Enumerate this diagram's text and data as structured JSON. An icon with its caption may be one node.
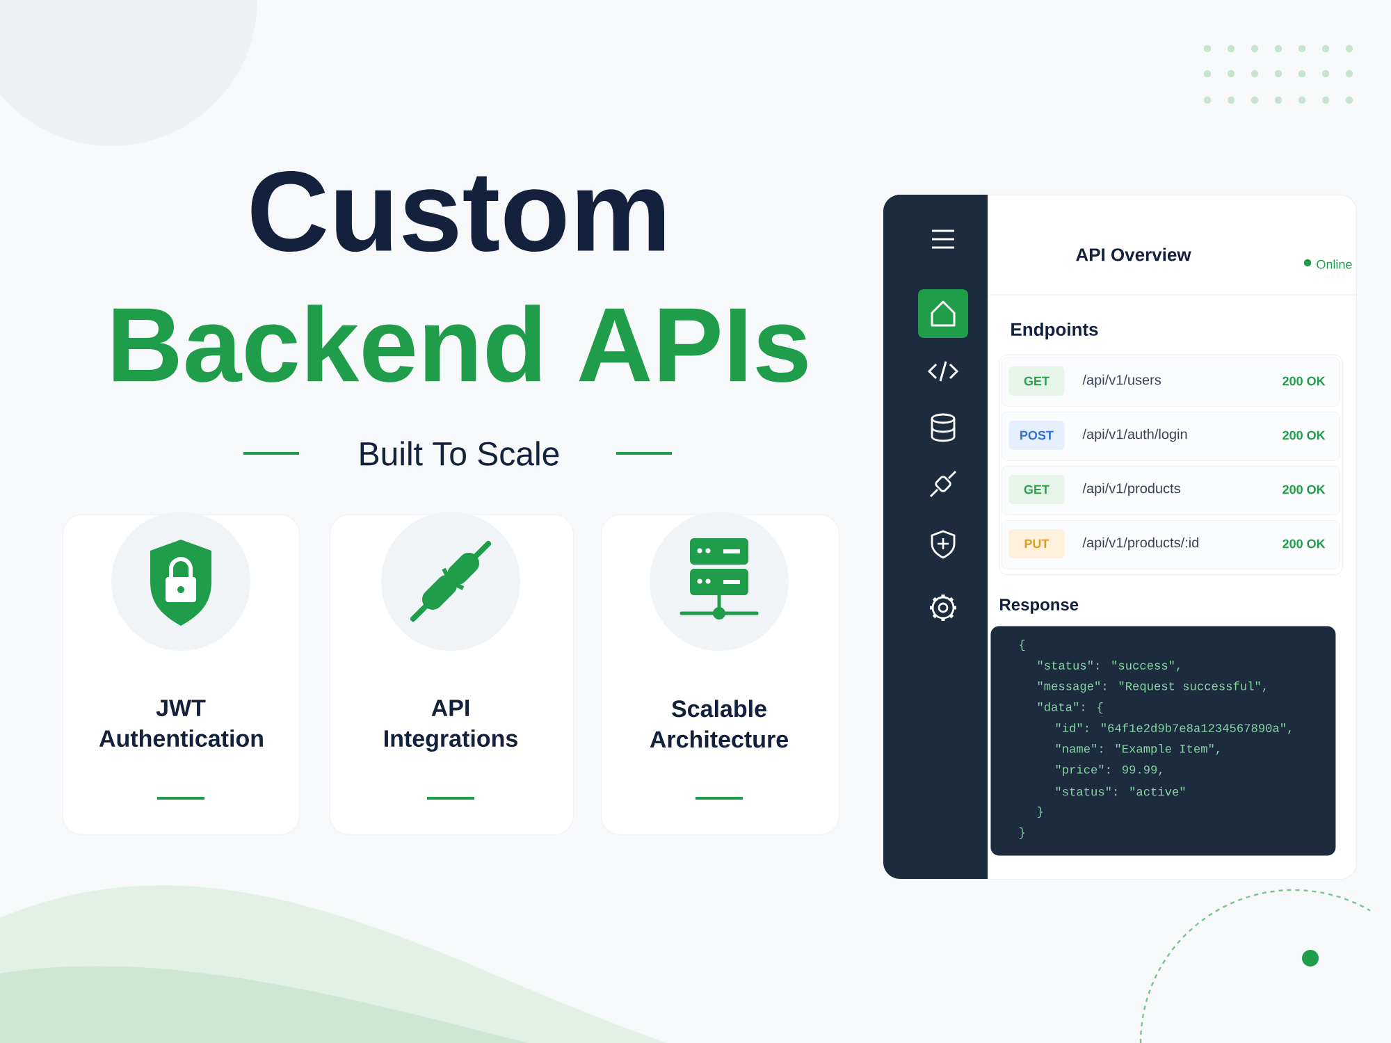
{
  "diagram": {
    "nodes": [
      {
        "text": [
          "JWT Authentication"
        ]
      },
      {
        "text": [
          "API Integrations"
        ]
      },
      {
        "text": [
          "Scalable Architecture"
        ]
      },
      {
        "text": [
          "API Overview",
          "Online"
        ]
      },
      {
        "text": [
          "Endpoints"
        ],
        "in": 3
      },
      {
        "text": [
          "GET",
          "/api/v1/users",
          "200 OK"
        ],
        "in": 4
      },
      {
        "text": [
          "POST",
          "/api/v1/auth/login",
          "200 OK"
        ],
        "in": 4
      },
      {
        "text": [
          "GET",
          "/api/v1/products",
          "200 OK"
        ],
        "in": 4
      },
      {
        "text": [
          "PUT",
          "/api/v1/products/:id",
          "200 OK"
        ],
        "in": 4
      },
      {
        "text": [
          "Response",
          "{",
          "\"status\": \"success\",",
          "\"message\": \"Request successful\",",
          "\"data\": {",
          "\"id\": \"64f1e2d9b7e8a1234567890a\",",
          "\"name\": \"Example Item\",",
          "\"price\": 99.99,",
          "\"status\": \"active\"",
          "}",
          "}"
        ],
        "in": 3
      }
    ],
    "labels": [
      "Custom",
      "Backend APIs",
      "Built To Scale"
    ]
  }
}
